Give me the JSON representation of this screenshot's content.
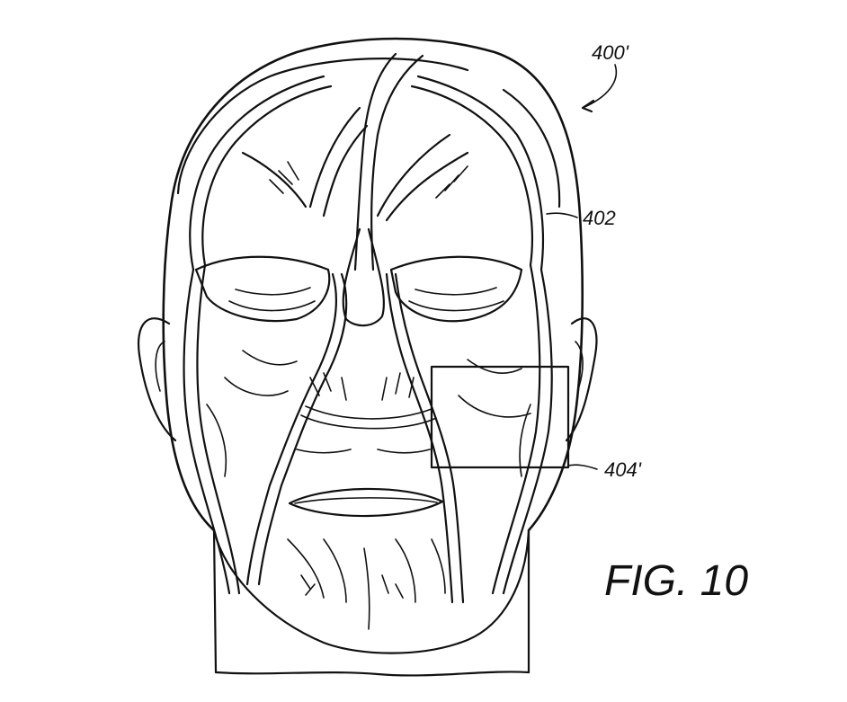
{
  "figure": {
    "title": "FIG. 10",
    "labels": {
      "figure_ref": "400'",
      "vessel_ref": "402",
      "region_ref": "404'"
    }
  },
  "colors": {
    "ink": "#111111",
    "background": "#ffffff"
  }
}
